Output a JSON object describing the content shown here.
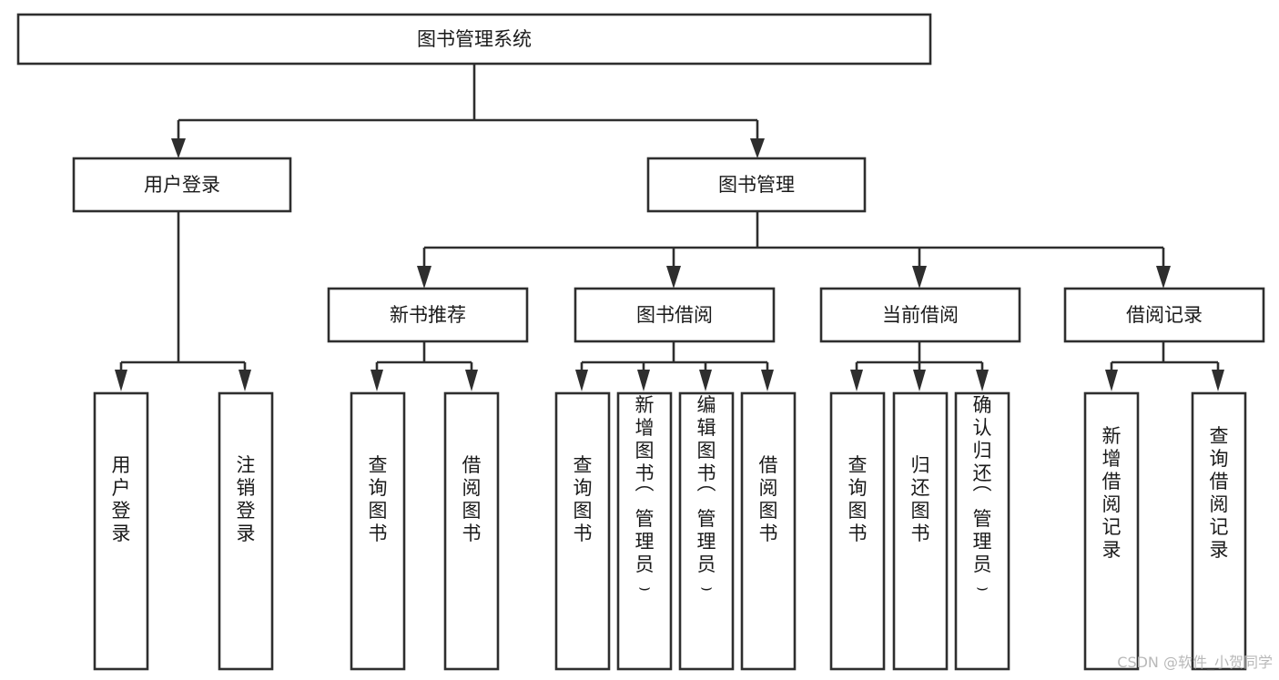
{
  "diagram": {
    "title": "图书管理系统",
    "type": "tree-hierarchy-diagram",
    "root": {
      "id": "root",
      "label": "图书管理系统",
      "orientation": "horizontal",
      "level": 0
    },
    "level1": [
      {
        "id": "user-login",
        "label": "用户登录",
        "orientation": "horizontal",
        "level": 1
      },
      {
        "id": "book-manage",
        "label": "图书管理",
        "orientation": "horizontal",
        "level": 1
      }
    ],
    "level2": [
      {
        "id": "new-book-recommend",
        "label": "新书推荐",
        "parent": "book-manage",
        "orientation": "horizontal",
        "level": 2
      },
      {
        "id": "book-borrow",
        "label": "图书借阅",
        "parent": "book-manage",
        "orientation": "horizontal",
        "level": 2
      },
      {
        "id": "current-borrow",
        "label": "当前借阅",
        "parent": "book-manage",
        "orientation": "horizontal",
        "level": 2
      },
      {
        "id": "borrow-record",
        "label": "借阅记录",
        "parent": "book-manage",
        "orientation": "horizontal",
        "level": 2
      }
    ],
    "leaves": [
      {
        "id": "leaf-user-login",
        "label": "用户登录",
        "parent": "user-login",
        "orientation": "vertical"
      },
      {
        "id": "leaf-user-logout",
        "label": "注销登录",
        "parent": "user-login",
        "orientation": "vertical"
      },
      {
        "id": "leaf-query-book-1",
        "label": "查询图书",
        "parent": "new-book-recommend",
        "orientation": "vertical"
      },
      {
        "id": "leaf-borrow-book-1",
        "label": "借阅图书",
        "parent": "new-book-recommend",
        "orientation": "vertical"
      },
      {
        "id": "leaf-query-book-2",
        "label": "查询图书",
        "parent": "book-borrow",
        "orientation": "vertical"
      },
      {
        "id": "leaf-add-book",
        "label": "新增图书（管理员）",
        "parent": "book-borrow",
        "orientation": "vertical"
      },
      {
        "id": "leaf-edit-book",
        "label": "编辑图书（管理员）",
        "parent": "book-borrow",
        "orientation": "vertical"
      },
      {
        "id": "leaf-borrow-book-2",
        "label": "借阅图书",
        "parent": "book-borrow",
        "orientation": "vertical"
      },
      {
        "id": "leaf-query-book-3",
        "label": "查询图书",
        "parent": "current-borrow",
        "orientation": "vertical"
      },
      {
        "id": "leaf-return-book",
        "label": "归还图书",
        "parent": "current-borrow",
        "orientation": "vertical"
      },
      {
        "id": "leaf-confirm-return",
        "label": "确认归还（管理员）",
        "parent": "current-borrow",
        "orientation": "vertical"
      },
      {
        "id": "leaf-add-record",
        "label": "新增借阅记录",
        "parent": "borrow-record",
        "orientation": "vertical"
      },
      {
        "id": "leaf-query-record",
        "label": "查询借阅记录",
        "parent": "borrow-record",
        "orientation": "vertical"
      }
    ]
  },
  "watermark": {
    "text": "CSDN @软件_小贺同学"
  },
  "colors": {
    "background": "#ffffff",
    "box_fill": "#ffffff",
    "stroke": "#2e2e2e",
    "text": "#1a1a1a",
    "watermark": "#b9b9b9"
  }
}
